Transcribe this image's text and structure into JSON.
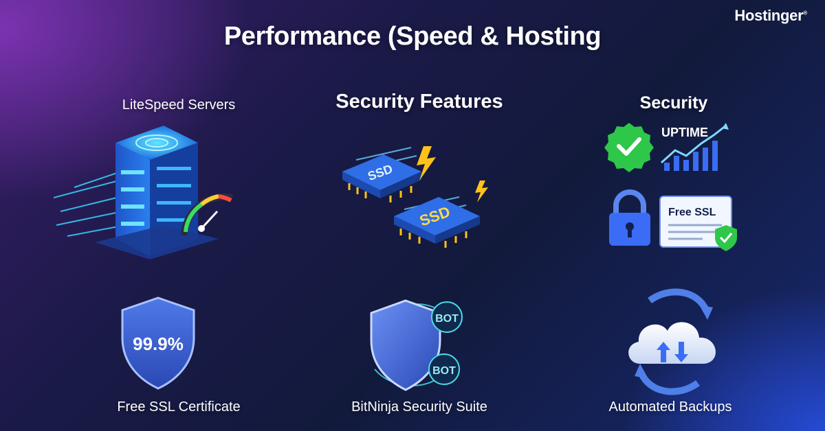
{
  "brand": {
    "name": "Hostinger"
  },
  "page": {
    "title": "Performance (Speed & Hosting"
  },
  "sections": {
    "litespeed": {
      "label": "LiteSpeed Servers"
    },
    "security_features": {
      "label": "Security Features",
      "badges": [
        "SSD",
        "SSD"
      ]
    },
    "security": {
      "label": "Security",
      "uptime_label": "UPTIME",
      "ssl_card_label": "Free SSL"
    },
    "free_ssl": {
      "label": "Free SSL Certificate",
      "shield_value": "99.9%"
    },
    "bitninja": {
      "label": "BitNinja Security Suite",
      "bot_labels": [
        "BOT",
        "BOT"
      ]
    },
    "backups": {
      "label": "Automated Backups"
    }
  },
  "colors": {
    "accent_cyan": "#38d6ff",
    "accent_blue": "#3b6cf6",
    "success_green": "#2ec74a",
    "lightning_yellow": "#ffc21a",
    "shield_blue": "#3b5fd6"
  },
  "icons": [
    "server-rack-icon",
    "speedometer-icon",
    "ssd-chip-icon",
    "lightning-icon",
    "verified-badge-icon",
    "uptime-chart-icon",
    "padlock-icon",
    "ssl-certificate-icon",
    "shield-icon",
    "bot-icon",
    "cloud-sync-icon"
  ]
}
